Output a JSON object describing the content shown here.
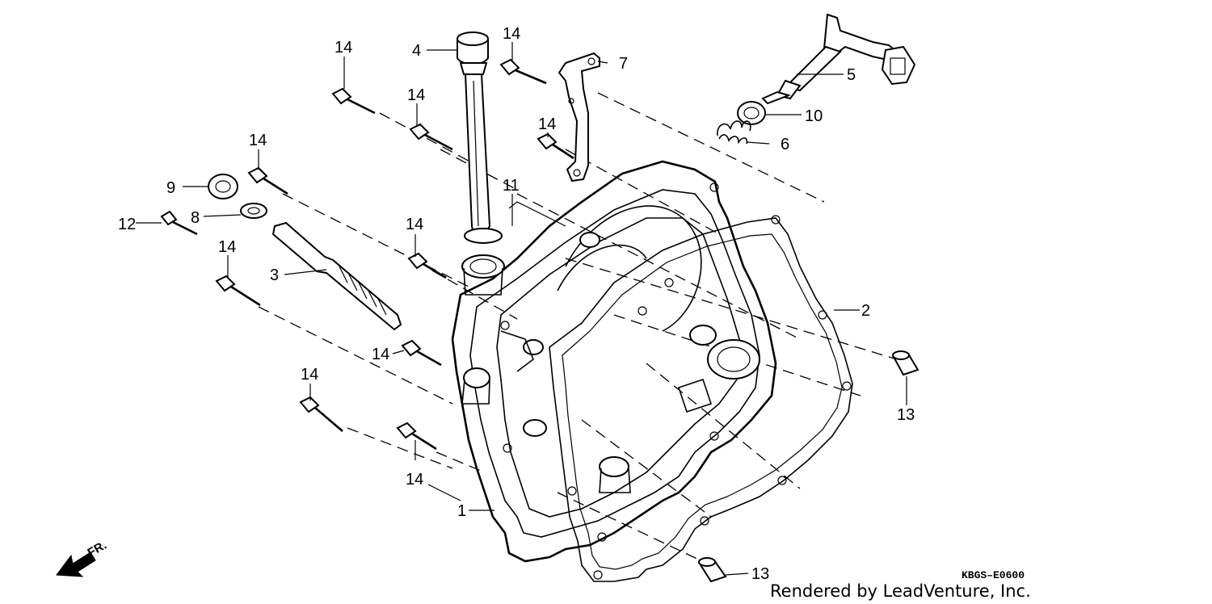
{
  "diagram": {
    "callouts": [
      {
        "id": "1",
        "label": "1"
      },
      {
        "id": "2",
        "label": "2"
      },
      {
        "id": "3",
        "label": "3"
      },
      {
        "id": "4",
        "label": "4"
      },
      {
        "id": "5",
        "label": "5"
      },
      {
        "id": "6",
        "label": "6"
      },
      {
        "id": "7",
        "label": "7"
      },
      {
        "id": "8",
        "label": "8"
      },
      {
        "id": "9",
        "label": "9"
      },
      {
        "id": "10",
        "label": "10"
      },
      {
        "id": "11",
        "label": "11"
      },
      {
        "id": "12",
        "label": "12"
      },
      {
        "id": "13",
        "label": "13"
      },
      {
        "id": "14",
        "label": "14"
      }
    ],
    "direction_label": "FR.",
    "diagram_code": "KBGS–E0600",
    "credit": "Rendered by LeadVenture, Inc."
  }
}
